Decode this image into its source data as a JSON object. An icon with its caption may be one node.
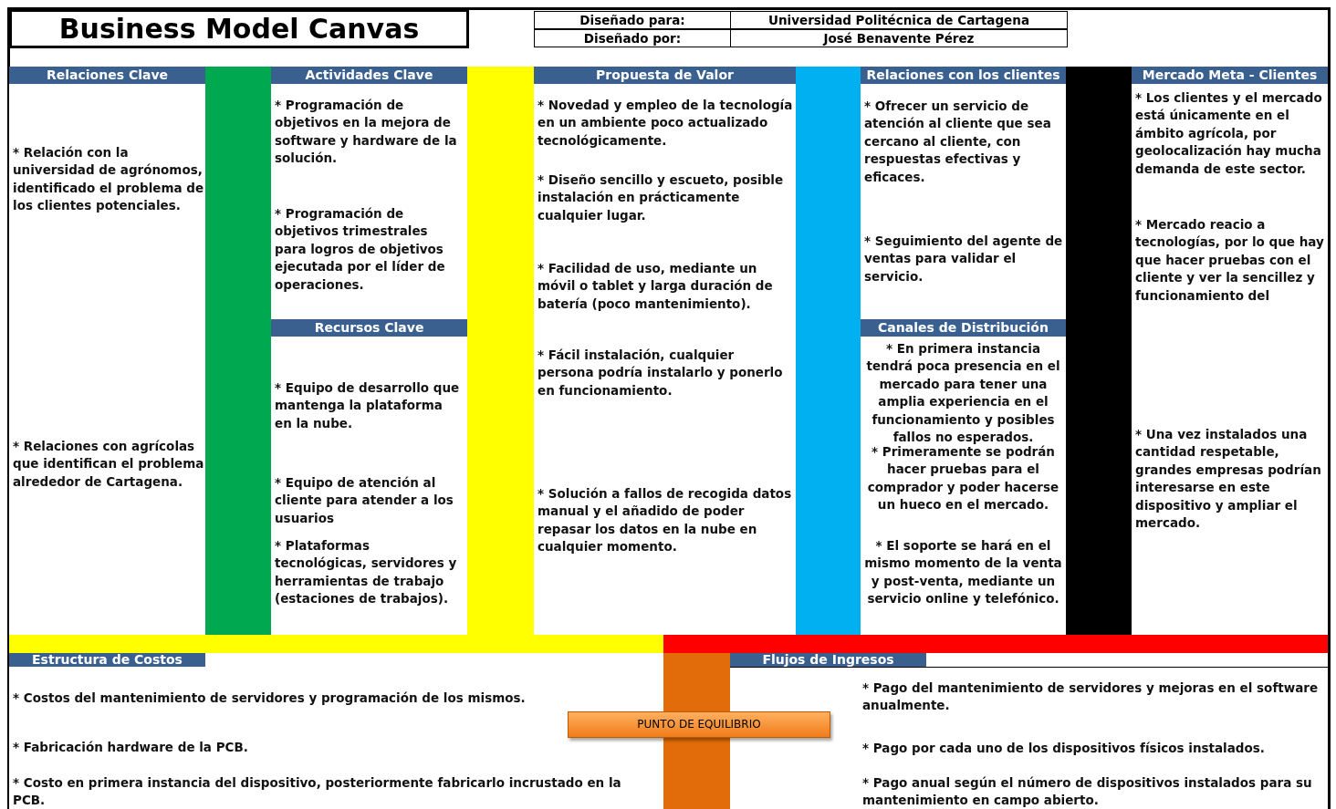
{
  "diagram": {
    "title": "Business Model Canvas",
    "nodes": [
      {
        "text": [
          "Relaciones Clave",
          "* Relación con la universidad de agrónomos, identificado el problema de los clientes potenciales.",
          "* Relaciones con agrícolas que identifican el problema alrededor de Cartagena."
        ]
      },
      {
        "text": [
          "Actividades Clave",
          "* Programación de objetivos en la mejora de software y hardware de la solución.",
          "* Programación de objetivos trimestrales para logros de objetivos ejecutada por el líder de operaciones."
        ]
      },
      {
        "text": [
          "Recursos Clave",
          "* Equipo de desarrollo que mantenga la plataforma en la nube.",
          "* Equipo de atención al cliente para atender a los usuarios",
          "* Plataformas tecnológicas, servidores y herramientas de trabajo (estaciones de trabajos)."
        ]
      },
      {
        "text": [
          "Propuesta de Valor",
          "* Novedad y empleo de la tecnología en un ambiente poco actualizado tecnológicamente.",
          "* Diseño sencillo y escueto, posible instalación en prácticamente cualquier lugar.",
          "* Facilidad de uso, mediante un móvil o tablet y larga duración de batería (poco mantenimiento).",
          "* Fácil instalación, cualquier persona podría instalarlo y ponerlo en funcionamiento.",
          "* Solución a fallos de recogida datos manual y el añadido de poder repasar los datos en la nube en cualquier momento."
        ]
      },
      {
        "text": [
          "Relaciones con los clientes",
          "* Ofrecer un servicio de atención al cliente que sea cercano al cliente, con respuestas efectivas y eficaces.",
          "* Seguimiento del agente de ventas para validar el servicio."
        ]
      },
      {
        "text": [
          "Canales de Distribución",
          "* En primera instancia tendrá poca presencia en el mercado para tener una amplia experiencia en el funcionamiento y posibles fallos no esperados.",
          "* Primeramente se podrán hacer pruebas para el comprador y poder hacerse un hueco en el mercado.",
          "* El soporte se hará en el mismo momento de la venta y post-venta, mediante un servicio online y telefónico."
        ]
      },
      {
        "text": [
          "Mercado Meta - Clientes",
          "* Los clientes y el mercado está únicamente en el ámbito agrícola, por geolocalización hay mucha demanda de este sector.",
          "* Mercado reacio a tecnologías, por lo que hay que hacer pruebas con el cliente y ver la sencillez y funcionamiento del",
          "* Una vez instalados una cantidad respetable, grandes empresas podrían interesarse en este dispositivo y ampliar el mercado."
        ]
      },
      {
        "text": [
          "Estructura de Costos",
          "* Costos del mantenimiento de servidores y programación de los mismos.",
          "* Fabricación hardware de la PCB.",
          "* Costo en primera instancia del dispositivo, posteriormente fabricarlo incrustado en la PCB."
        ]
      },
      {
        "text": [
          "PUNTO DE EQUILIBRIO"
        ]
      },
      {
        "text": [
          "Flujos de Ingresos",
          "* Pago del mantenimiento de servidores y mejoras en el software anualmente.",
          "* Pago por cada uno de los dispositivos físicos instalados.",
          "* Pago anual según el número de dispositivos instalados para su mantenimiento en campo abierto."
        ]
      },
      {
        "text": [],
        "shape": "bar"
      },
      {
        "text": [],
        "shape": "bar"
      },
      {
        "text": [],
        "shape": "bar"
      },
      {
        "text": [],
        "shape": "bar"
      },
      {
        "text": [],
        "shape": "bar"
      },
      {
        "text": [],
        "shape": "bar"
      },
      {
        "text": [],
        "shape": "bar"
      },
      {
        "text": [],
        "shape": "bar"
      }
    ],
    "edges": [],
    "labels": [
      "Diseñado para:",
      "Universidad Politécnica de Cartagena",
      "Diseñado por:",
      "José Benavente Pérez"
    ]
  }
}
